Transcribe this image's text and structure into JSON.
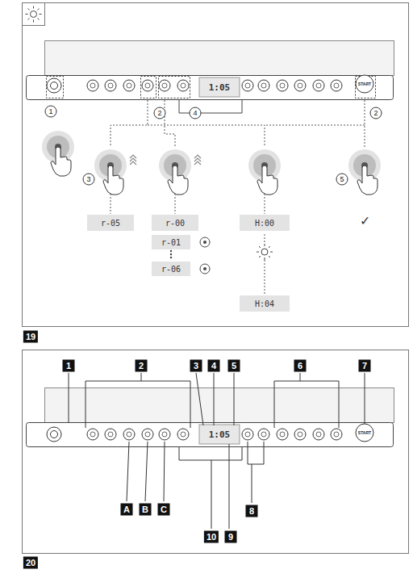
{
  "diagram": {
    "nodes": [
      {
        "text": [
          "r-05"
        ]
      },
      {
        "text": [
          "r-00"
        ]
      },
      {
        "text": [
          "r-01"
        ]
      },
      {
        "text": [
          "r-06"
        ]
      },
      {
        "text": [
          "H:00"
        ]
      },
      {
        "text": [
          "H:04"
        ]
      }
    ],
    "labels": [
      "1:05",
      "START",
      "1",
      "2",
      "4",
      "2",
      "3",
      "5",
      "✓",
      "19",
      "1",
      "2",
      "3",
      "4",
      "5",
      "6",
      "7",
      "1:05",
      "START",
      "A",
      "B",
      "C",
      "10",
      "9",
      "8",
      "20"
    ]
  }
}
